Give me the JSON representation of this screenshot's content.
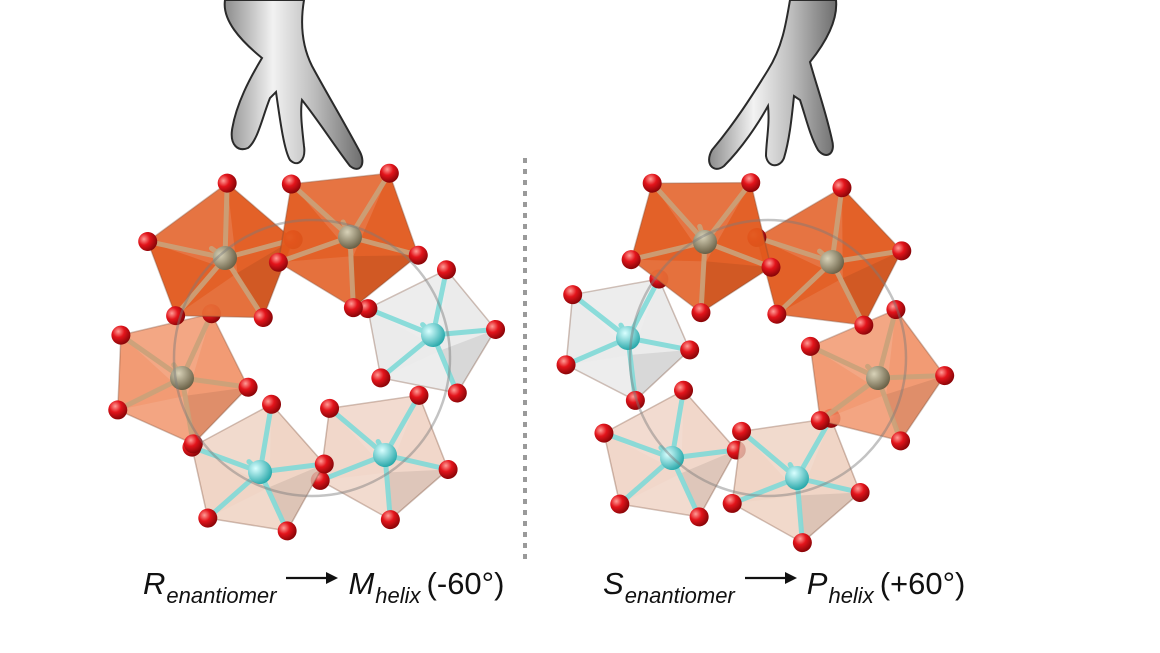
{
  "colors": {
    "oxygen": "#e3141b",
    "oxygen_highlight": "#ff8a86",
    "metal_front": "#8a7f62",
    "metal_back": "#5ed4d4",
    "octahedron_dark": "#e2581c",
    "octahedron_mid": "#f08a5c",
    "octahedron_light": "#eccab8",
    "octahedron_ghost": "#e2e2e2",
    "divider": "#9a9a9a",
    "hand": "#cfcfcf"
  },
  "icons": {
    "pointer": "hand-icon",
    "direction": "arrow-right-icon"
  },
  "captions": {
    "left": {
      "symbol": "R",
      "subscript": "enantiomer",
      "result_symbol": "M",
      "result_subscript": "helix",
      "angle": "(-60°)"
    },
    "right": {
      "symbol": "S",
      "subscript": "enantiomer",
      "result_symbol": "P",
      "result_subscript": "helix",
      "angle": "(+60°)"
    }
  }
}
